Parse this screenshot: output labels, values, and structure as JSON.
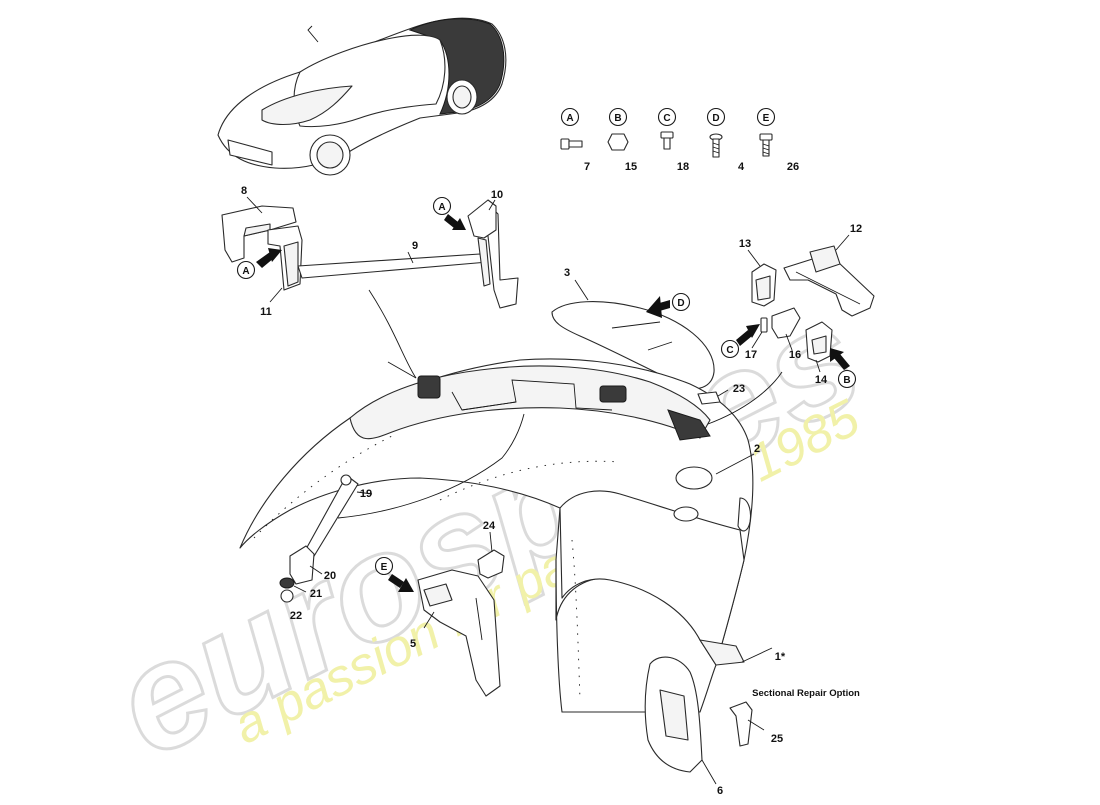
{
  "watermark": {
    "brand_text": "eurospares",
    "tagline_text": "a passion for parts since 1985",
    "brand_color": "#d8d8d8",
    "tagline_color": "#f0f0a0"
  },
  "callouts": [
    {
      "id": "1",
      "text": "1*"
    },
    {
      "id": "2",
      "text": "2"
    },
    {
      "id": "3",
      "text": "3"
    },
    {
      "id": "4",
      "text": "4"
    },
    {
      "id": "5",
      "text": "5"
    },
    {
      "id": "6",
      "text": "6"
    },
    {
      "id": "7",
      "text": "7"
    },
    {
      "id": "8",
      "text": "8"
    },
    {
      "id": "9",
      "text": "9"
    },
    {
      "id": "10",
      "text": "10"
    },
    {
      "id": "11",
      "text": "11"
    },
    {
      "id": "12",
      "text": "12"
    },
    {
      "id": "13",
      "text": "13"
    },
    {
      "id": "14",
      "text": "14"
    },
    {
      "id": "15",
      "text": "15"
    },
    {
      "id": "16",
      "text": "16"
    },
    {
      "id": "17",
      "text": "17"
    },
    {
      "id": "18",
      "text": "18"
    },
    {
      "id": "19",
      "text": "19"
    },
    {
      "id": "20",
      "text": "20"
    },
    {
      "id": "21",
      "text": "21"
    },
    {
      "id": "22",
      "text": "22"
    },
    {
      "id": "23",
      "text": "23"
    },
    {
      "id": "24",
      "text": "24"
    },
    {
      "id": "25",
      "text": "25"
    },
    {
      "id": "26",
      "text": "26"
    }
  ],
  "note_sectional": "Sectional Repair Option",
  "fastener_letters": [
    "A",
    "B",
    "C",
    "D",
    "E"
  ],
  "fastener_numbers": [
    "7",
    "15",
    "18",
    "4",
    "26"
  ],
  "arrow_letters": {
    "a1": "A",
    "a2": "A",
    "b": "B",
    "c": "C",
    "d": "D",
    "e": "E"
  }
}
